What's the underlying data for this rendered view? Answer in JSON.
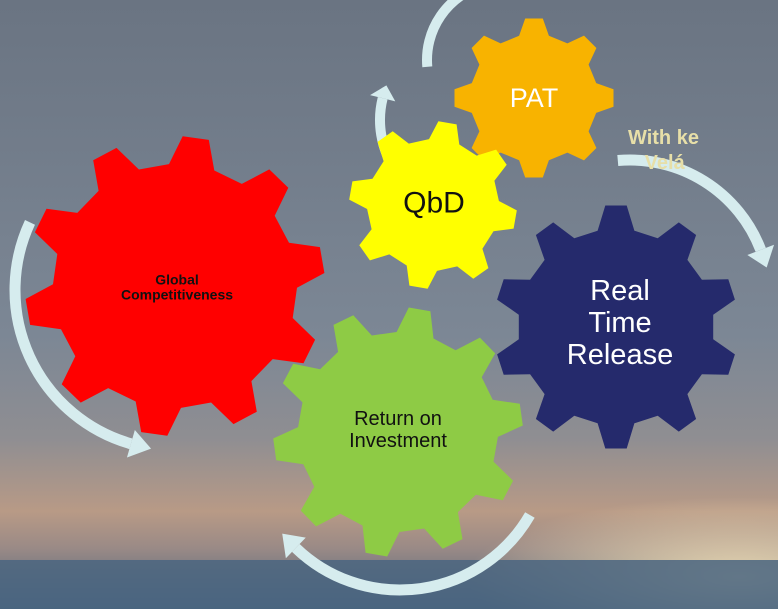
{
  "side_text": {
    "line1": "With ke",
    "line2": "Velá"
  },
  "gears": [
    {
      "id": "pat",
      "label": "PAT",
      "color": "#f8b300",
      "text_color": "#ffffff"
    },
    {
      "id": "qbd",
      "label": "QbD",
      "color": "#ffff00",
      "text_color": "#111111"
    },
    {
      "id": "global",
      "label": "Global\nCompetitiveness",
      "color": "#ff0000",
      "text_color": "#111111"
    },
    {
      "id": "realtime",
      "label": "Real\nTime\nRelease",
      "color": "#252a6c",
      "text_color": "#ffffff"
    },
    {
      "id": "roi",
      "label": "Return on\nInvestment",
      "color": "#8ecb45",
      "text_color": "#111111"
    }
  ],
  "colors": {
    "sky_top": "#6e7886",
    "sky_mid": "#7d8896",
    "horizon": "#b79a85",
    "sea": "#44607a",
    "arrow": "#d6ecee"
  }
}
